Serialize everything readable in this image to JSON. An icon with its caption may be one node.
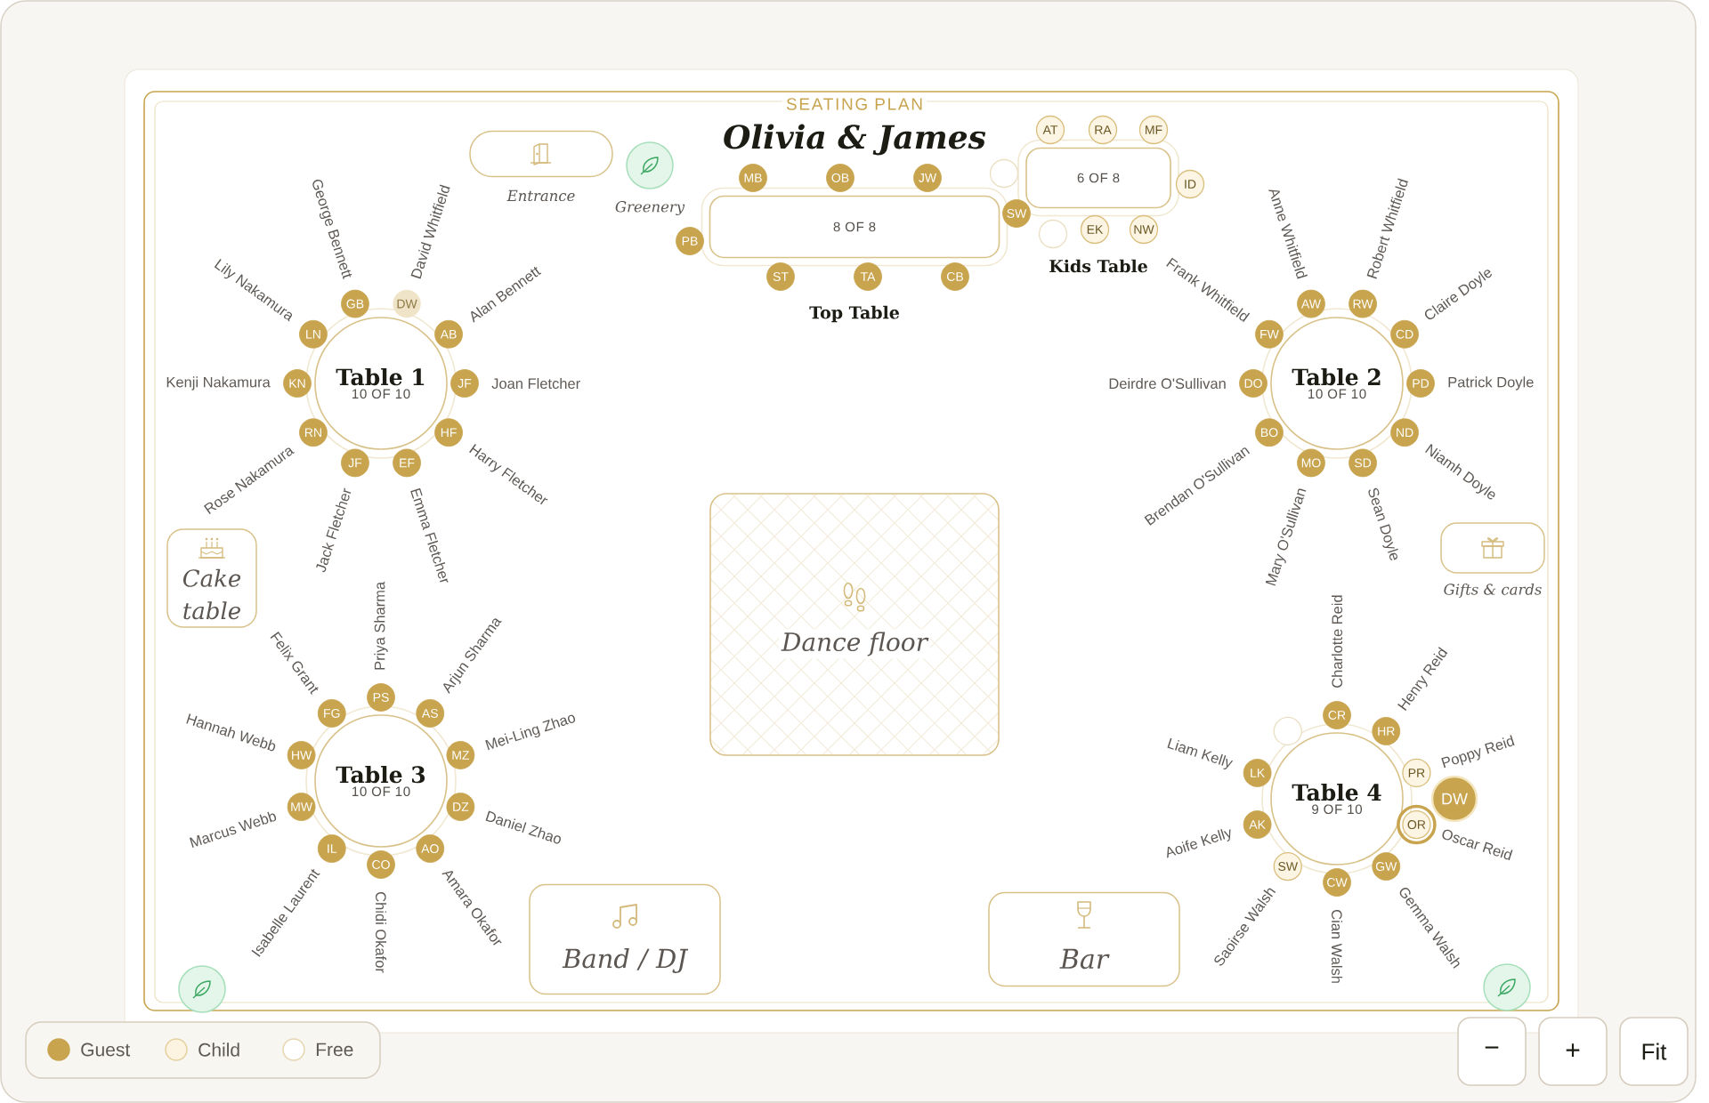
{
  "diagram": {
    "title": "Olivia & James",
    "nodes": [
      {
        "text": [
          "Entrance"
        ]
      },
      {
        "text": [
          "Greenery"
        ]
      },
      {
        "text": [
          "Table 1",
          "10 OF 10"
        ]
      },
      {
        "text": [
          "GB"
        ],
        "beside": [
          "George Bennett"
        ]
      },
      {
        "text": [
          "DW"
        ],
        "beside": [
          "David Whitfield"
        ]
      },
      {
        "text": [
          "AB"
        ],
        "beside": [
          "Alan Bennett"
        ]
      },
      {
        "text": [
          "JF"
        ],
        "beside": [
          "Joan Fletcher"
        ]
      },
      {
        "text": [
          "HF"
        ],
        "beside": [
          "Harry Fletcher"
        ]
      },
      {
        "text": [
          "EF"
        ],
        "beside": [
          "Emma Fletcher"
        ]
      },
      {
        "text": [
          "JF"
        ],
        "beside": [
          "Jack Fletcher"
        ]
      },
      {
        "text": [
          "RN"
        ],
        "beside": [
          "Rose Nakamura"
        ]
      },
      {
        "text": [
          "KN"
        ],
        "beside": [
          "Kenji Nakamura"
        ]
      },
      {
        "text": [
          "LN"
        ],
        "beside": [
          "Lily Nakamura"
        ]
      },
      {
        "text": [
          "8 OF 8",
          "Top Table"
        ]
      },
      {
        "text": [
          "MB"
        ]
      },
      {
        "text": [
          "OB"
        ]
      },
      {
        "text": [
          "JW"
        ]
      },
      {
        "text": [
          "PB"
        ]
      },
      {
        "text": [
          "SW"
        ]
      },
      {
        "text": [
          "ST"
        ]
      },
      {
        "text": [
          "TA"
        ]
      },
      {
        "text": [
          "CB"
        ]
      },
      {
        "text": [
          "6 OF 8",
          "Kids Table"
        ]
      },
      {
        "text": [
          "AT"
        ]
      },
      {
        "text": [
          "RA"
        ]
      },
      {
        "text": [
          "MF"
        ]
      },
      {
        "text": [],
        "shape": "circle"
      },
      {
        "text": [
          "ID"
        ]
      },
      {
        "text": [],
        "shape": "circle"
      },
      {
        "text": [
          "EK"
        ]
      },
      {
        "text": [
          "NW"
        ]
      },
      {
        "text": [
          "Table 2",
          "10 OF 10"
        ]
      },
      {
        "text": [
          "AW"
        ],
        "beside": [
          "Anne Whitfield"
        ]
      },
      {
        "text": [
          "RW"
        ],
        "beside": [
          "Robert Whitfield"
        ]
      },
      {
        "text": [
          "CD"
        ],
        "beside": [
          "Claire Doyle"
        ]
      },
      {
        "text": [
          "PD"
        ],
        "beside": [
          "Patrick Doyle"
        ]
      },
      {
        "text": [
          "ND"
        ],
        "beside": [
          "Niamh Doyle"
        ]
      },
      {
        "text": [
          "SD"
        ],
        "beside": [
          "Sean Doyle"
        ]
      },
      {
        "text": [
          "MO"
        ],
        "beside": [
          "Mary O'Sullivan"
        ]
      },
      {
        "text": [
          "BO"
        ],
        "beside": [
          "Brendan O'Sullivan"
        ]
      },
      {
        "text": [
          "DO"
        ],
        "beside": [
          "Deirdre O'Sullivan"
        ]
      },
      {
        "text": [
          "FW"
        ],
        "beside": [
          "Frank Whitfield"
        ]
      },
      {
        "text": [
          "Cake table"
        ]
      },
      {
        "text": [
          "Dance floor"
        ]
      },
      {
        "text": [
          "Gifts & cards"
        ]
      },
      {
        "text": [
          "Table 3",
          "10 OF 10"
        ]
      },
      {
        "text": [
          "PS"
        ],
        "beside": [
          "Priya Sharma"
        ]
      },
      {
        "text": [
          "AS"
        ],
        "beside": [
          "Arjun Sharma"
        ]
      },
      {
        "text": [
          "MZ"
        ],
        "beside": [
          "Mei-Ling Zhao"
        ]
      },
      {
        "text": [
          "DZ"
        ],
        "beside": [
          "Daniel Zhao"
        ]
      },
      {
        "text": [
          "AO"
        ],
        "beside": [
          "Amara Okafor"
        ]
      },
      {
        "text": [
          "CO"
        ],
        "beside": [
          "Chidi Okafor"
        ]
      },
      {
        "text": [
          "IL"
        ],
        "beside": [
          "Isabelle Laurent"
        ]
      },
      {
        "text": [
          "MW"
        ],
        "beside": [
          "Marcus Webb"
        ]
      },
      {
        "text": [
          "HW"
        ],
        "beside": [
          "Hannah Webb"
        ]
      },
      {
        "text": [
          "FG"
        ],
        "beside": [
          "Felix Grant"
        ]
      },
      {
        "text": [
          "Band / DJ"
        ]
      },
      {
        "text": [
          "Bar"
        ]
      },
      {
        "text": [
          "Table 4",
          "9 OF 10"
        ]
      },
      {
        "text": [
          "CR"
        ],
        "beside": [
          "Charlotte Reid"
        ]
      },
      {
        "text": [
          "HR"
        ],
        "beside": [
          "Henry Reid"
        ]
      },
      {
        "text": [
          "PR"
        ],
        "beside": [
          "Poppy Reid"
        ]
      },
      {
        "text": [
          "OR"
        ],
        "beside": [
          "Oscar Reid"
        ]
      },
      {
        "text": [
          "GW"
        ],
        "beside": [
          "Gemma Walsh"
        ]
      },
      {
        "text": [
          "CW"
        ],
        "beside": [
          "Cian Walsh"
        ]
      },
      {
        "text": [
          "SW"
        ],
        "beside": [
          "Saoirse Walsh"
        ]
      },
      {
        "text": [
          "AK"
        ],
        "beside": [
          "Aoife Kelly"
        ]
      },
      {
        "text": [
          "LK"
        ],
        "beside": [
          "Liam Kelly"
        ]
      },
      {
        "text": [],
        "shape": "circle"
      },
      {
        "text": [
          "DW"
        ]
      },
      {
        "text": [],
        "shape": "circle"
      },
      {
        "text": [],
        "shape": "circle"
      }
    ],
    "labels": [
      "SEATING PLAN",
      "−",
      "+",
      "Fit"
    ],
    "legend": [
      {
        "text": "Guest",
        "color": "#c8a44f"
      },
      {
        "text": "Child",
        "color": "#fcf4e0"
      },
      {
        "text": "Free",
        "color": "#ffffff"
      }
    ]
  }
}
